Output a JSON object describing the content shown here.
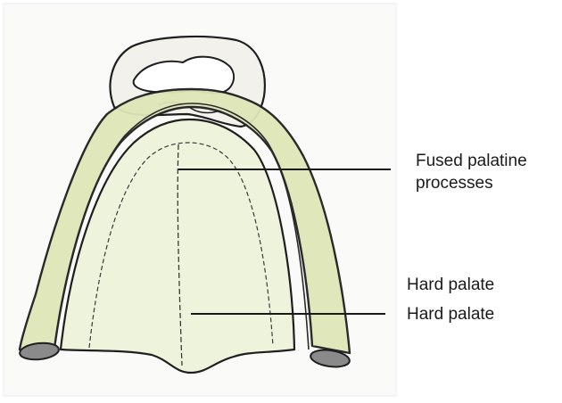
{
  "labels": {
    "fused_palatine_processes": {
      "line1": "Fused palatine",
      "line2": "processes"
    },
    "hard_palate_1": "Hard palate",
    "hard_palate_2": "Hard palate"
  },
  "colors": {
    "paper": "#fafaf8",
    "palate_fill": "#eef3dc",
    "bone_fill": "#dfe6b8",
    "ink": "#1f1f1f",
    "bone_ends": "#8a8a8a"
  }
}
